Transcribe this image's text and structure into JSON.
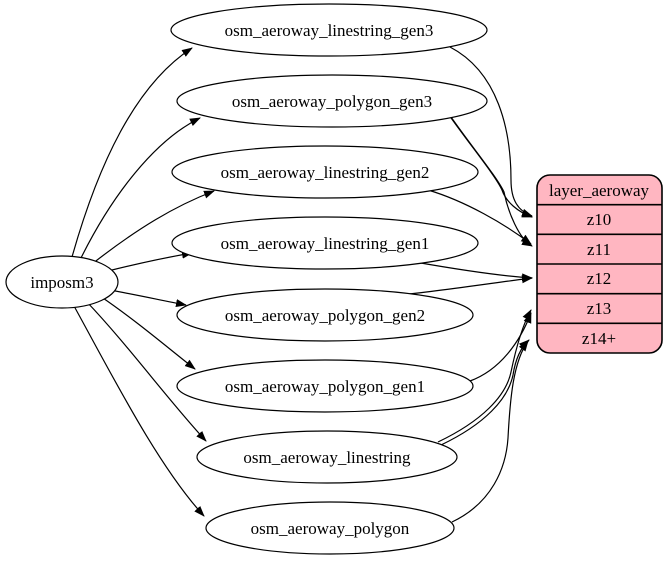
{
  "diagram": {
    "type": "etl-graph",
    "background_color": "#ffffff",
    "edge_color": "#000000",
    "table_node_fill": "#ffffff",
    "table_node_stroke": "#000000",
    "source_node": {
      "label": "imposm3"
    },
    "tables": [
      {
        "label": "osm_aeroway_linestring_gen3"
      },
      {
        "label": "osm_aeroway_polygon_gen3"
      },
      {
        "label": "osm_aeroway_linestring_gen2"
      },
      {
        "label": "osm_aeroway_linestring_gen1"
      },
      {
        "label": "osm_aeroway_polygon_gen2"
      },
      {
        "label": "osm_aeroway_polygon_gen1"
      },
      {
        "label": "osm_aeroway_linestring"
      },
      {
        "label": "osm_aeroway_polygon"
      }
    ],
    "layer_node": {
      "title": "layer_aeroway",
      "fill": "#FFB6C1",
      "stroke": "#000000",
      "rows": [
        {
          "label": "z10"
        },
        {
          "label": "z11"
        },
        {
          "label": "z12"
        },
        {
          "label": "z13"
        },
        {
          "label": "z14+"
        }
      ]
    },
    "edges": [
      {
        "from": "imposm3",
        "to": "osm_aeroway_linestring_gen3"
      },
      {
        "from": "imposm3",
        "to": "osm_aeroway_polygon_gen3"
      },
      {
        "from": "imposm3",
        "to": "osm_aeroway_linestring_gen2"
      },
      {
        "from": "imposm3",
        "to": "osm_aeroway_linestring_gen1"
      },
      {
        "from": "imposm3",
        "to": "osm_aeroway_polygon_gen2"
      },
      {
        "from": "imposm3",
        "to": "osm_aeroway_polygon_gen1"
      },
      {
        "from": "imposm3",
        "to": "osm_aeroway_linestring"
      },
      {
        "from": "imposm3",
        "to": "osm_aeroway_polygon"
      },
      {
        "from": "osm_aeroway_linestring_gen3",
        "to": "z10"
      },
      {
        "from": "osm_aeroway_polygon_gen3",
        "to": "z10"
      },
      {
        "from": "osm_aeroway_polygon_gen3",
        "to": "z11"
      },
      {
        "from": "osm_aeroway_linestring_gen2",
        "to": "z11"
      },
      {
        "from": "osm_aeroway_linestring_gen1",
        "to": "z12"
      },
      {
        "from": "osm_aeroway_polygon_gen2",
        "to": "z12"
      },
      {
        "from": "osm_aeroway_polygon_gen1",
        "to": "z13"
      },
      {
        "from": "osm_aeroway_linestring",
        "to": "z13"
      },
      {
        "from": "osm_aeroway_linestring",
        "to": "z14+"
      },
      {
        "from": "osm_aeroway_polygon",
        "to": "z14+"
      }
    ]
  }
}
